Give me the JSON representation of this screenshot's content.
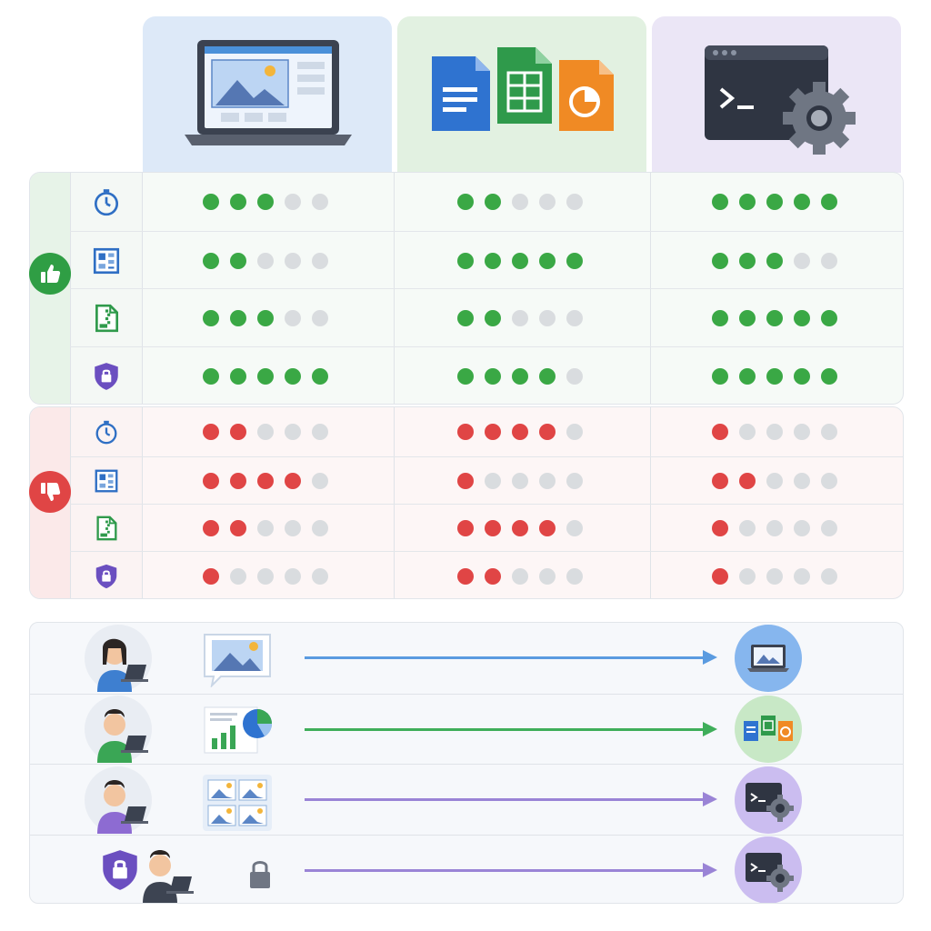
{
  "columns": [
    {
      "name": "desktop-app",
      "icon": "laptop-image-icon",
      "bg": "#dde9f8",
      "bar": "#4a90d9"
    },
    {
      "name": "office-docs",
      "icon": "docs-sheets-slides-icon",
      "bg": "#e2f1e1",
      "bar": "#3aa655"
    },
    {
      "name": "terminal-automation",
      "icon": "terminal-gear-icon",
      "bg": "#ebe6f6",
      "bar": "#8e79d1"
    }
  ],
  "colors": {
    "positive": "#3aa845",
    "negative": "#e04545",
    "empty": "#d9dcdf",
    "positive_panel": "#f6faf7",
    "negative_panel": "#fdf6f6",
    "positive_side": "#e7f3e8",
    "negative_side": "#fbe9e9",
    "arrow_blue": "#5a9be0",
    "arrow_green": "#3fae5a",
    "arrow_purple": "#9a84d6"
  },
  "criteria": [
    {
      "name": "speed",
      "icon": "stopwatch-icon"
    },
    {
      "name": "layout",
      "icon": "layout-grid-icon"
    },
    {
      "name": "file-handling",
      "icon": "zip-file-icon"
    },
    {
      "name": "security",
      "icon": "shield-lock-icon"
    }
  ],
  "pros": {
    "icon": "thumbs-up-icon",
    "ratings": [
      [
        3,
        2,
        5
      ],
      [
        2,
        5,
        3
      ],
      [
        3,
        2,
        5
      ],
      [
        5,
        4,
        5
      ]
    ]
  },
  "cons": {
    "icon": "thumbs-down-icon",
    "ratings": [
      [
        2,
        4,
        1
      ],
      [
        4,
        1,
        2
      ],
      [
        2,
        4,
        1
      ],
      [
        1,
        2,
        1
      ]
    ]
  },
  "max_rating": 5,
  "scenarios": [
    {
      "person": "woman-on-laptop",
      "task_icon": "image-bubble-icon",
      "arrow": "blue",
      "target": "laptop-target-icon"
    },
    {
      "person": "man-green-shirt",
      "task_icon": "bar-pie-chart-icon",
      "arrow": "green",
      "target": "docs-target-icon"
    },
    {
      "person": "man-purple-shirt",
      "task_icon": "image-gallery-icon",
      "arrow": "purple",
      "target": "terminal-target-icon"
    },
    {
      "person": "man-with-shield",
      "task_icon": "padlock-icon",
      "arrow": "purple",
      "target": "terminal-target-icon"
    }
  ]
}
